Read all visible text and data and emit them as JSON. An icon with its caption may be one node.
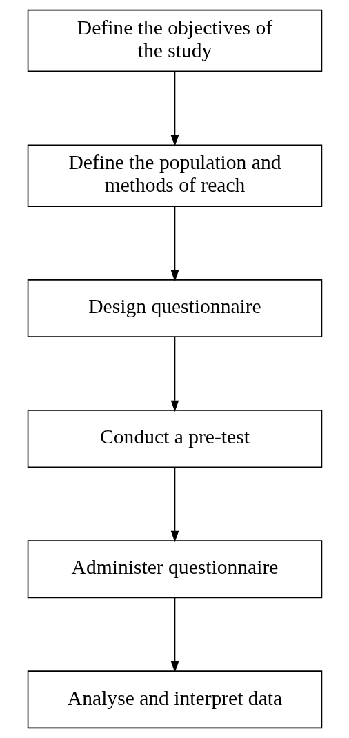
{
  "diagram": {
    "nodes": [
      {
        "text": [
          "Define the objectives of the study"
        ]
      },
      {
        "text": [
          "Define the population and methods of reach"
        ]
      },
      {
        "text": [
          "Design questionnaire"
        ]
      },
      {
        "text": [
          "Conduct a pre-test"
        ]
      },
      {
        "text": [
          "Administer questionnaire"
        ]
      },
      {
        "text": [
          "Analyse and interpret data"
        ]
      }
    ],
    "edges": [
      {
        "from": 0,
        "to": 1,
        "arrow": "to"
      },
      {
        "from": 1,
        "to": 2,
        "arrow": "to"
      },
      {
        "from": 2,
        "to": 3,
        "arrow": "to"
      },
      {
        "from": 3,
        "to": 4,
        "arrow": "to"
      },
      {
        "from": 4,
        "to": 5,
        "arrow": "to"
      }
    ]
  }
}
